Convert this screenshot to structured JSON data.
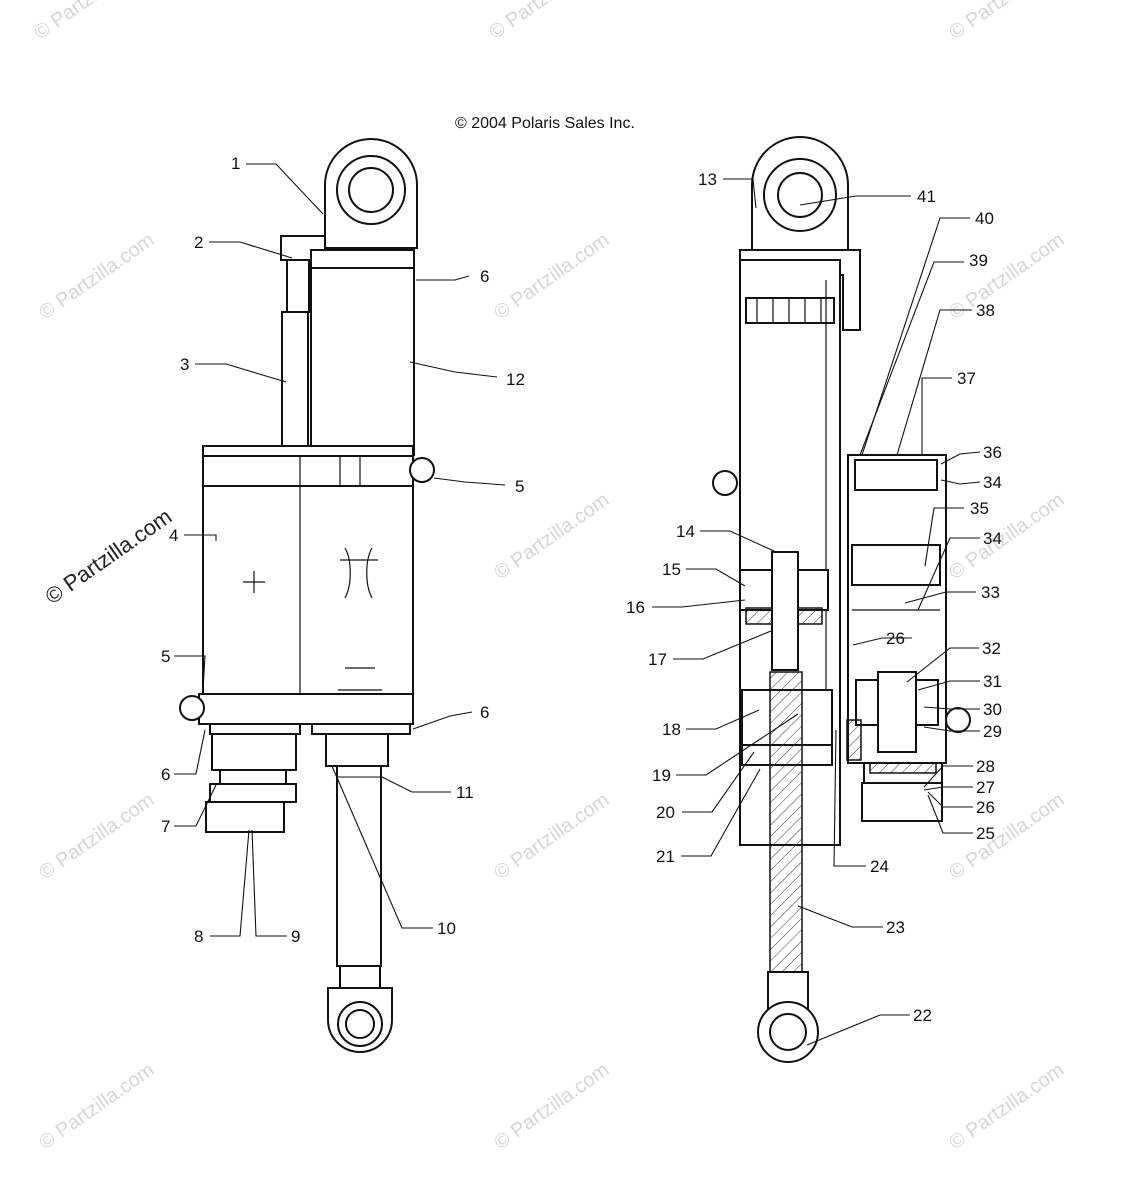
{
  "copyright": "© 2004 Polaris Sales Inc.",
  "watermark_main": "© Partzilla.com",
  "watermark_tile": "© Partzilla.com",
  "callouts": {
    "c1": "1",
    "c2": "2",
    "c3": "3",
    "c4": "4",
    "c5a": "5",
    "c5b": "5",
    "c6a": "6",
    "c6b": "6",
    "c6c": "6",
    "c7": "7",
    "c8": "8",
    "c9": "9",
    "c10": "10",
    "c11": "11",
    "c12": "12",
    "c13": "13",
    "c14": "14",
    "c15": "15",
    "c16": "16",
    "c17": "17",
    "c18": "18",
    "c19": "19",
    "c20": "20",
    "c21": "21",
    "c22": "22",
    "c23": "23",
    "c24": "24",
    "c25": "25",
    "c26a": "26",
    "c26b": "26",
    "c27": "27",
    "c28": "28",
    "c29": "29",
    "c30": "30",
    "c31": "31",
    "c32": "32",
    "c33": "33",
    "c34a": "34",
    "c34b": "34",
    "c35": "35",
    "c36": "36",
    "c37": "37",
    "c38": "38",
    "c39": "39",
    "c40": "40",
    "c41": "41"
  }
}
